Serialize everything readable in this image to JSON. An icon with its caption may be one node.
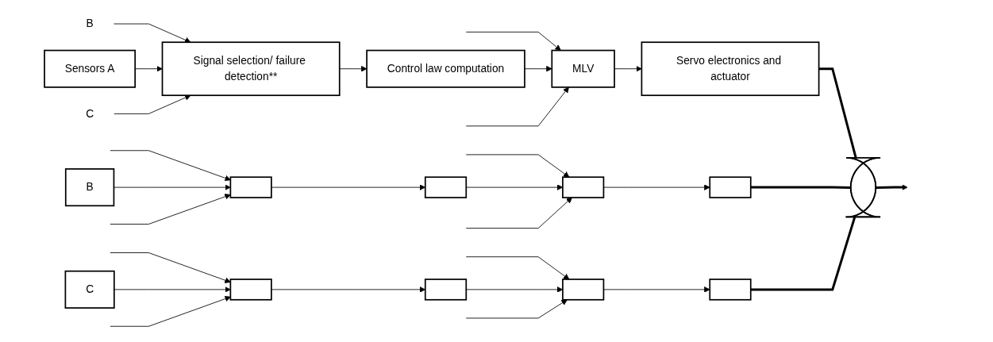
{
  "diagram": {
    "nodes": [
      {
        "text": [
          "Sensors A"
        ]
      },
      {
        "text": [
          "B"
        ]
      },
      {
        "text": [
          "C"
        ]
      },
      {
        "text": [
          "Signal selection/ failure detection**"
        ]
      },
      {
        "text": [
          "Control law computation"
        ]
      },
      {
        "text": [
          "MLV"
        ]
      },
      {
        "text": [
          "Servo electronics and actuator"
        ]
      },
      {
        "text": [
          "B"
        ]
      },
      {
        "text": [],
        "shape": "box"
      },
      {
        "text": [],
        "shape": "box"
      },
      {
        "text": [],
        "shape": "box"
      },
      {
        "text": [],
        "shape": "box"
      },
      {
        "text": [
          "C"
        ]
      },
      {
        "text": [],
        "shape": "box"
      },
      {
        "text": [],
        "shape": "box"
      },
      {
        "text": [],
        "shape": "box"
      },
      {
        "text": [],
        "shape": "box"
      },
      {
        "text": [],
        "shape": "bar"
      }
    ],
    "edges": [
      {
        "from": 1,
        "to": 3,
        "arrow": "to"
      },
      {
        "from": 0,
        "to": 3,
        "arrow": "to"
      },
      {
        "from": 2,
        "to": 3,
        "arrow": "to"
      },
      {
        "from": 3,
        "to": 4,
        "arrow": "to"
      },
      {
        "from": null,
        "to": 5,
        "arrow": "to"
      },
      {
        "from": 4,
        "to": 5,
        "arrow": "to"
      },
      {
        "from": null,
        "to": 5,
        "arrow": "to"
      },
      {
        "from": 5,
        "to": 6,
        "arrow": "to"
      },
      {
        "from": 6,
        "to": 17,
        "arrow": "none",
        "style": "thick"
      },
      {
        "from": null,
        "to": 8,
        "arrow": "to"
      },
      {
        "from": 7,
        "to": 8,
        "arrow": "to"
      },
      {
        "from": null,
        "to": 8,
        "arrow": "to"
      },
      {
        "from": 8,
        "to": 9,
        "arrow": "to"
      },
      {
        "from": null,
        "to": 10,
        "arrow": "to"
      },
      {
        "from": 9,
        "to": 10,
        "arrow": "to"
      },
      {
        "from": null,
        "to": 10,
        "arrow": "to"
      },
      {
        "from": 10,
        "to": 11,
        "arrow": "to"
      },
      {
        "from": 11,
        "to": 17,
        "arrow": "none",
        "style": "thick"
      },
      {
        "from": null,
        "to": 13,
        "arrow": "to"
      },
      {
        "from": 12,
        "to": 13,
        "arrow": "to"
      },
      {
        "from": null,
        "to": 13,
        "arrow": "to"
      },
      {
        "from": 13,
        "to": 14,
        "arrow": "to"
      },
      {
        "from": null,
        "to": 15,
        "arrow": "to"
      },
      {
        "from": 14,
        "to": 15,
        "arrow": "to"
      },
      {
        "from": null,
        "to": 15,
        "arrow": "to"
      },
      {
        "from": 15,
        "to": 16,
        "arrow": "to"
      },
      {
        "from": 16,
        "to": 17,
        "arrow": "none",
        "style": "thick"
      },
      {
        "from": 17,
        "to": null,
        "arrow": "to",
        "style": "thick"
      }
    ]
  }
}
